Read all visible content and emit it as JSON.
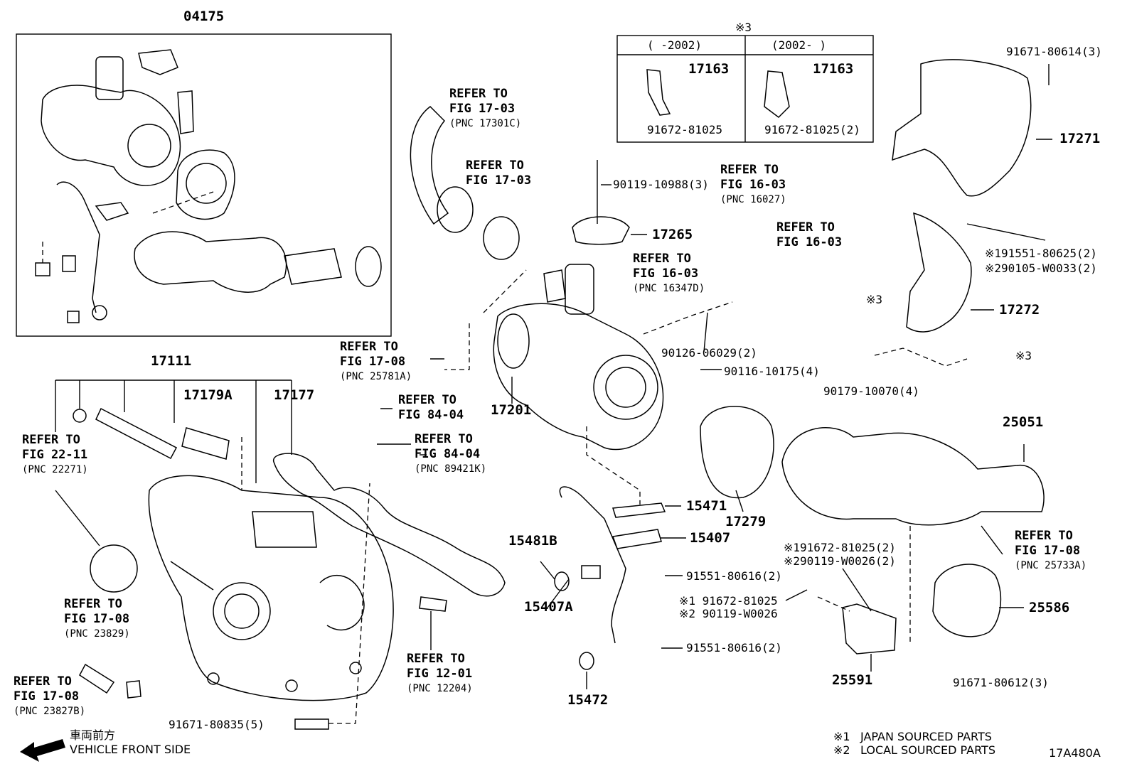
{
  "diagram_id": "17A480A",
  "direction": {
    "jp": "車両前方",
    "en": "VEHICLE FRONT SIDE"
  },
  "legend": {
    "mark1": "※1",
    "mark1_text": "JAPAN SOURCED PARTS",
    "mark2": "※2",
    "mark2_text": "LOCAL SOURCED PARTS"
  },
  "inset": {
    "mark": "※3",
    "col1": "(  -2002)",
    "col2": "(2002-   )",
    "part_a": "17163",
    "bolt_a": "91672-81025",
    "part_b": "17163",
    "bolt_b": "91672-81025(2)"
  },
  "parts": {
    "p04175": "04175",
    "p17111": "17111",
    "p17179A": "17179A",
    "p17177": "17177",
    "p17201": "17201",
    "p17265": "17265",
    "p17271": "17271",
    "p17272": "17272",
    "p17279": "17279",
    "p25051": "25051",
    "p25586": "25586",
    "p25591": "25591",
    "p15471": "15471",
    "p15407": "15407",
    "p15407A": "15407A",
    "p15481B": "15481B",
    "p15472": "15472",
    "b90119_10988": "90119-10988(3)",
    "b90126_06029": "90126-06029(2)",
    "b90116_10175": "90116-10175(4)",
    "b90179_10070": "90179-10070(4)",
    "b91671_80614": "91671-80614(3)",
    "b91551_80625": "※191551-80625(2)",
    "b90105_W0033": "※290105-W0033(2)",
    "m3a": "※3",
    "m3b": "※3",
    "b91551_80616a": "91551-80616(2)",
    "b91551_80616b": "91551-80616(2)",
    "b91672_81025c1": "※1 91672-81025",
    "b90119_W0026c2": "※2 90119-W0026",
    "b91672_81025d1": "※191672-81025(2)",
    "b90119_W0026d2": "※290119-W0026(2)",
    "b91671_80612": "91671-80612(3)",
    "b91671_80835": "91671-80835(5)"
  },
  "refs": {
    "r1703a": {
      "line1": "REFER TO",
      "line2": "FIG 17-03",
      "pnc": "(PNC 17301C)"
    },
    "r1703b": {
      "line1": "REFER TO",
      "line2": "FIG 17-03"
    },
    "r1603a": {
      "line1": "REFER TO",
      "line2": "FIG 16-03",
      "pnc": "(PNC 16027)"
    },
    "r1603b": {
      "line1": "REFER TO",
      "line2": "FIG 16-03"
    },
    "r1603c": {
      "line1": "REFER TO",
      "line2": "FIG 16-03",
      "pnc": "(PNC 16347D)"
    },
    "r1708a": {
      "line1": "REFER TO",
      "line2": "FIG 17-08",
      "pnc": "(PNC 25781A)"
    },
    "r8404a": {
      "line1": "REFER TO",
      "line2": "FIG 84-04"
    },
    "r8404b": {
      "line1": "REFER TO",
      "line2": "FIG 84-04",
      "pnc": "(PNC 89421K)"
    },
    "r2211": {
      "line1": "REFER TO",
      "line2": "FIG 22-11",
      "pnc": "(PNC 22271)"
    },
    "r1708b": {
      "line1": "REFER TO",
      "line2": "FIG 17-08",
      "pnc": "(PNC 23829)"
    },
    "r1708c": {
      "line1": "REFER TO",
      "line2": "FIG 17-08",
      "pnc": "(PNC 23827B)"
    },
    "r1201": {
      "line1": "REFER TO",
      "line2": "FIG 12-01",
      "pnc": "(PNC 12204)"
    },
    "r1708d": {
      "line1": "REFER TO",
      "line2": "FIG 17-08",
      "pnc": "(PNC 25733A)"
    }
  }
}
